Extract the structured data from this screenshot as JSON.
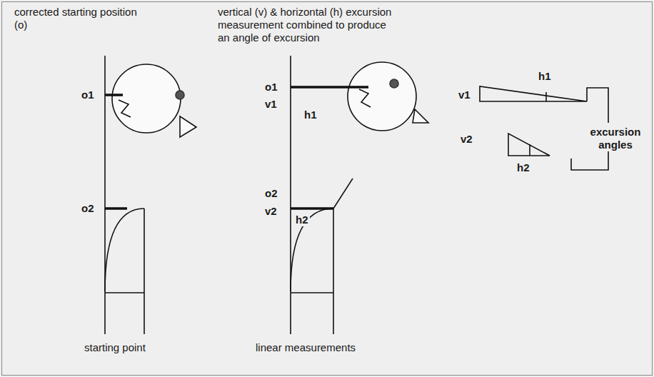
{
  "diagram": {
    "labels": [
      "corrected starting position (o)",
      "vertical (v) & horizontal (h) excursion measurement combined to produce an angle of excursion",
      "o1",
      "o2",
      "o1",
      "v1",
      "h1",
      "o2",
      "v2",
      "h2",
      "v1",
      "h1",
      "v2",
      "h2",
      "excursion angles",
      "starting point",
      "linear measurements"
    ]
  }
}
